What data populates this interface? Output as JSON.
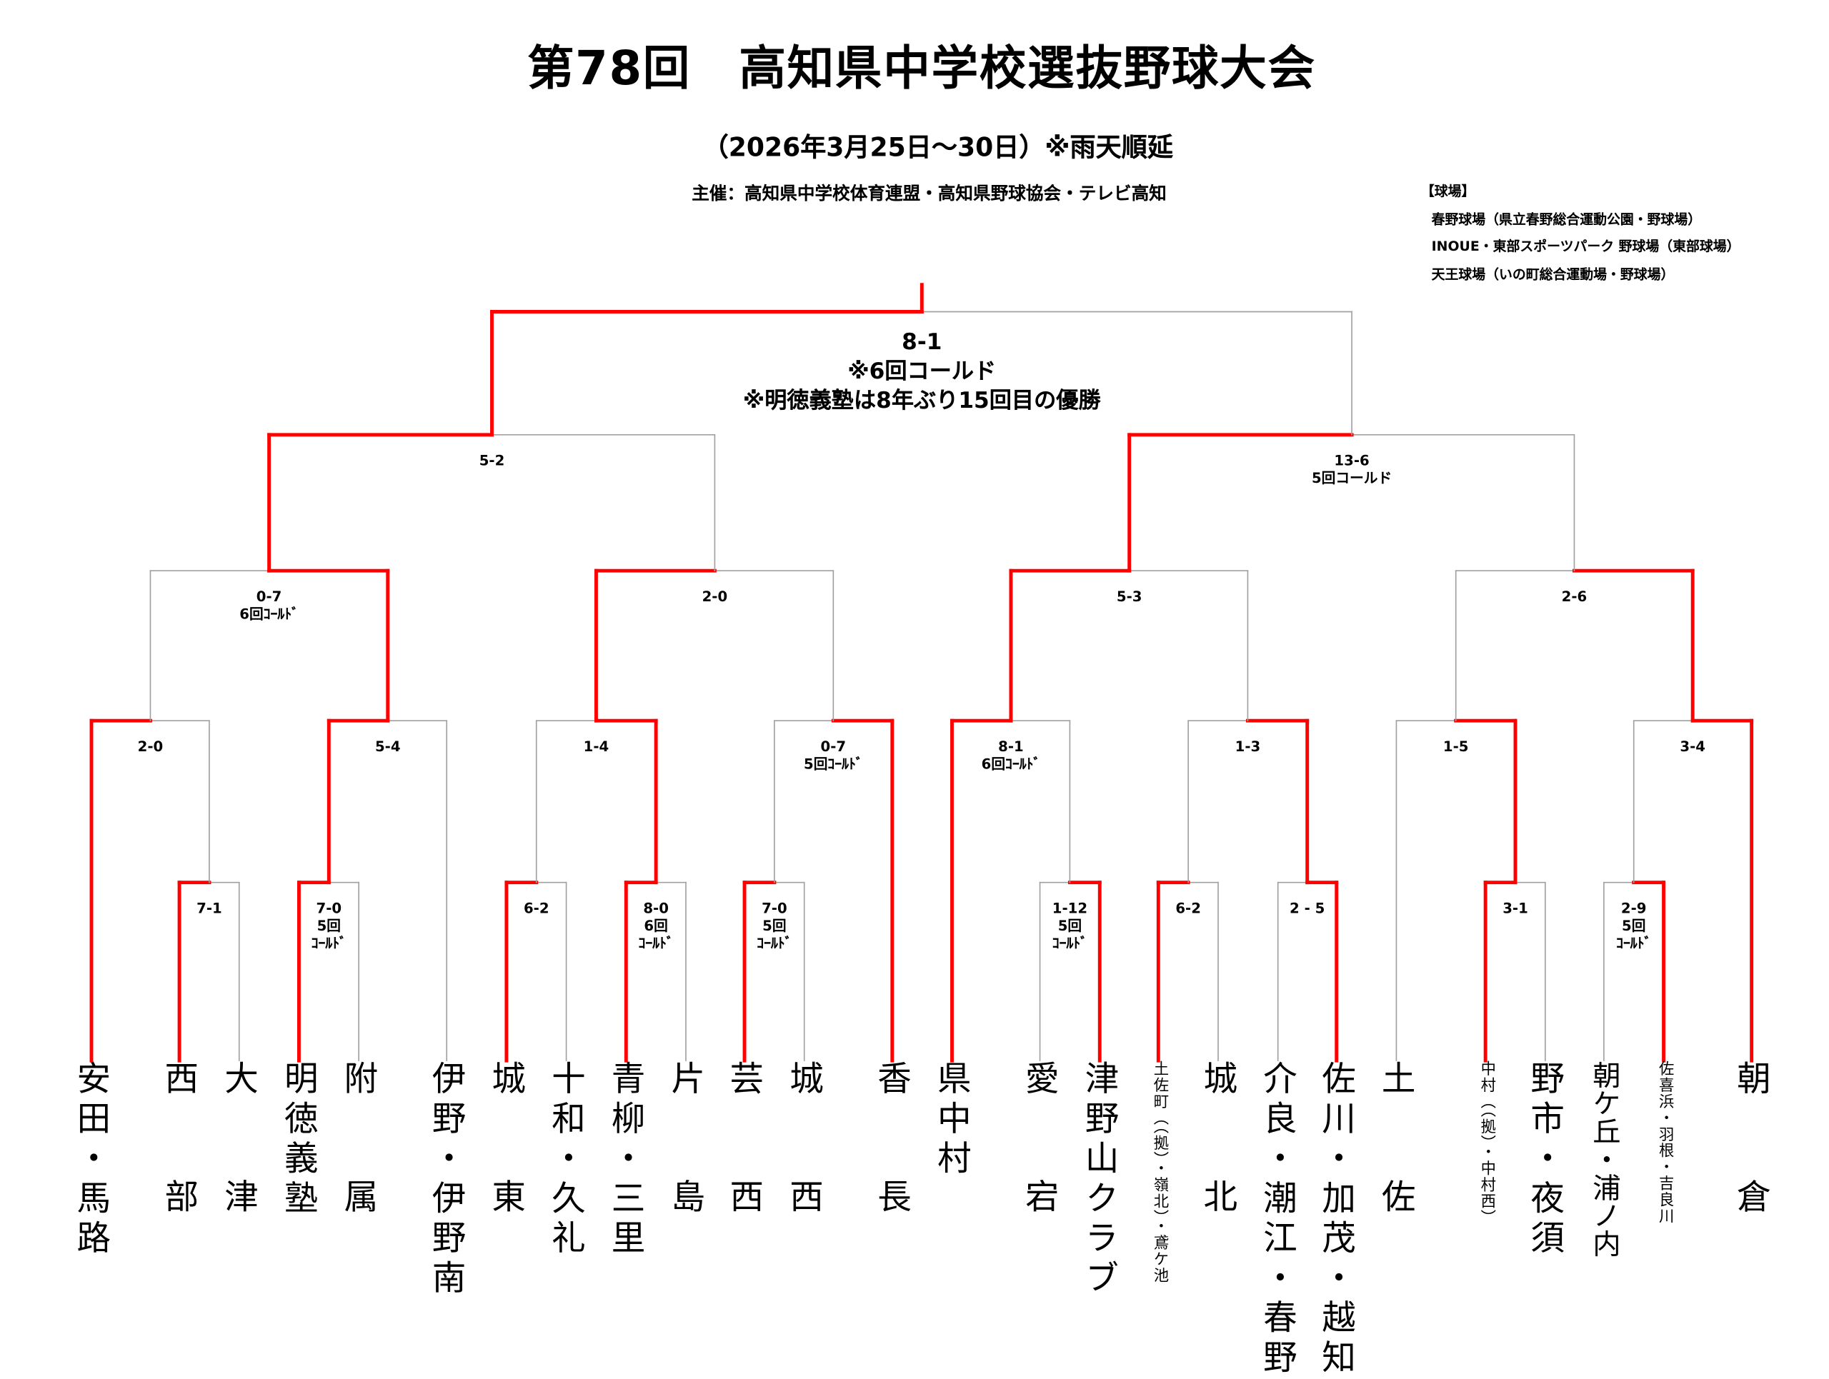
{
  "header": {
    "title": "第78回　高知県中学校選抜野球大会",
    "subtitle": "（2026年3月25日～30日）※雨天順延",
    "organizer": "主催：高知県中学校体育連盟・高知県野球協会・テレビ高知"
  },
  "venues": {
    "heading": "【球場】",
    "items": [
      "春野球場（県立春野総合運動公園・野球場）",
      "INOUE・東部スポーツパーク 野球場（東部球場）",
      "天王球場（いの町総合運動場・野球場）"
    ]
  },
  "teams": [
    "安田・馬路",
    "西部",
    "大津",
    "明徳義塾",
    "附属",
    "伊野・伊野南",
    "城東",
    "十和・久礼",
    "青柳・三里",
    "片島",
    "芸西",
    "城西",
    "香長",
    "県中村",
    "愛宕",
    "津野山クラブ",
    "土佐町（（拠）・嶺北）・鳶ケ池",
    "城北",
    "介良・潮江・春野",
    "佐川・加茂・越知",
    "土佐",
    "中村（（拠）・中村西）",
    "野市・夜須",
    "朝ケ丘・浦ノ内",
    "佐喜浜・羽根・吉良川",
    "朝倉"
  ],
  "scores": {
    "m1": "7-1",
    "m2": "2-0",
    "m3": "7-0\n5回\nｺｰﾙﾄﾞ",
    "m4": "5-4",
    "m5": "0-7\n6回ｺｰﾙﾄﾞ",
    "m6": "6-2",
    "m7": "8-0\n6回\nｺｰﾙﾄﾞ",
    "m8": "1-4",
    "m9": "7-0\n5回\nｺｰﾙﾄﾞ",
    "m10": "0-7\n5回ｺｰﾙﾄﾞ",
    "m11": "2-0",
    "m12": "5-2",
    "m13": "1-12\n5回\nｺｰﾙﾄﾞ",
    "m14": "8-1\n6回ｺｰﾙﾄﾞ",
    "m15": "6-2",
    "m16": "2 - 5",
    "m17": "1-3",
    "m18": "5-3",
    "m19": "3-1",
    "m20": "1-5",
    "m21": "2-9\n5回\nｺｰﾙﾄﾞ",
    "m22": "3-4",
    "m23": "2-6",
    "m24": "13-6\n5回コールド",
    "final": "8-1\n※6回コールド\n※明徳義塾は8年ぶり15回目の優勝"
  },
  "colors": {
    "winner_line": "#ff0000",
    "loser_line": "#a0a0a0"
  }
}
